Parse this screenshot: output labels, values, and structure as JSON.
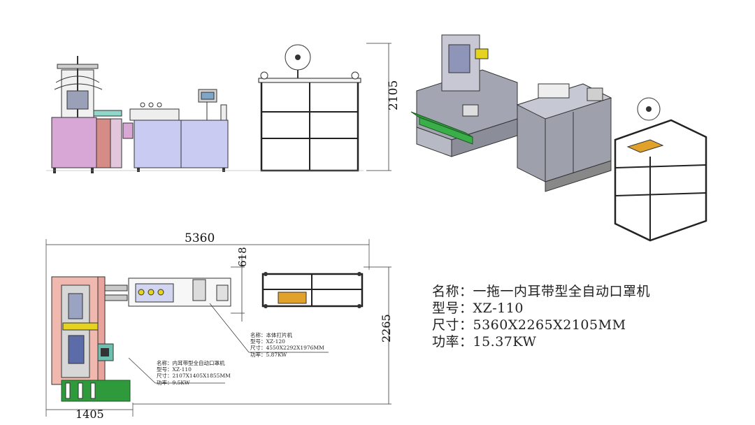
{
  "dimensions": {
    "height_front": "2105",
    "length_total": "5360",
    "depth_side": "618",
    "width_total": "2265",
    "width_base": "1405"
  },
  "callout_main": {
    "name": "名称：内耳带型全自动口罩机",
    "model": "型号：XZ-110",
    "size": "尺寸：2107X1405X1855MM",
    "power": "功率：9.5KW"
  },
  "callout_secondary": {
    "name": "名称：本体打片机",
    "model": "型号：XZ-120",
    "size": "尺寸：4550X2292X1976MM",
    "power": "功率：5.87KW"
  },
  "specs": {
    "name": "名称：一拖一内耳带型全自动口罩机",
    "model": "型号：XZ-110",
    "size": "尺寸：5360X2265X2105MM",
    "power": "功率：15.37KW"
  },
  "colors": {
    "panel_pink": "#d9a7d6",
    "panel_salmon": "#d58b86",
    "panel_lavender": "#c9cbf2",
    "panel_gray": "#9ea0ac",
    "conveyor_green": "#2f9a3c",
    "accent_yellow": "#e6d31f",
    "teal_panel": "#6fbfb0"
  }
}
